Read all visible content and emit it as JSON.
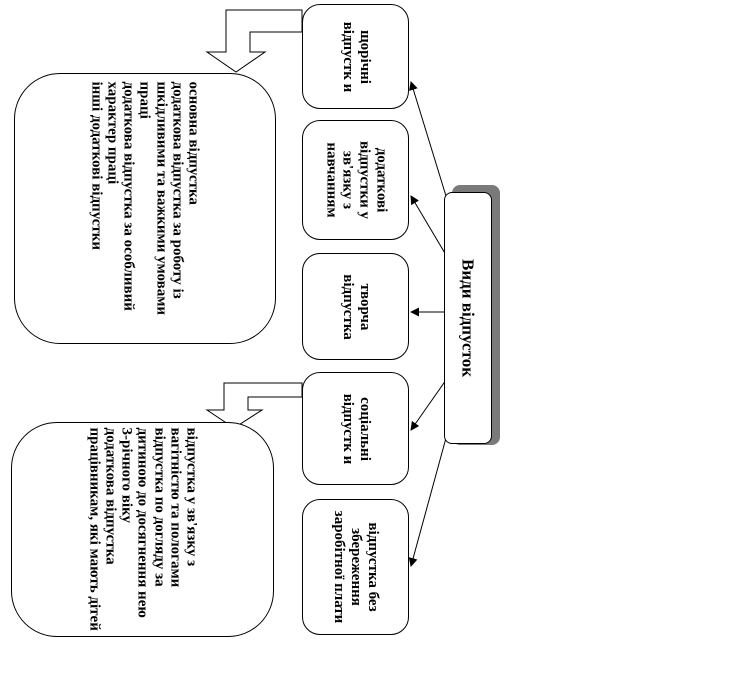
{
  "diagram": {
    "root": {
      "label": "Види відпусток"
    },
    "categories": [
      {
        "id": "annual",
        "label": "щорічні відпустк и"
      },
      {
        "id": "study",
        "label": "додаткові відпустки у зв'язку з навчанням"
      },
      {
        "id": "creative",
        "label": "творча відпустка"
      },
      {
        "id": "social",
        "label": "соціальні відпустк и"
      },
      {
        "id": "unpaid",
        "label": "відпустка без збереження заробітної плати"
      }
    ],
    "annual_list": [
      "основна відпустка",
      "додаткова відпустка за роботу із шкідливими та важкими умовами праці",
      "додаткова відпустка за особливий характер праці",
      "інші додаткові відпустки"
    ],
    "social_list": [
      "відпустка у зв'язку з вагітністю та пологами",
      "відпустка по догляду за дитиною до досягнення нею 3-річного віку",
      "додаткова відпустка працівникам, які мають дітей"
    ]
  }
}
